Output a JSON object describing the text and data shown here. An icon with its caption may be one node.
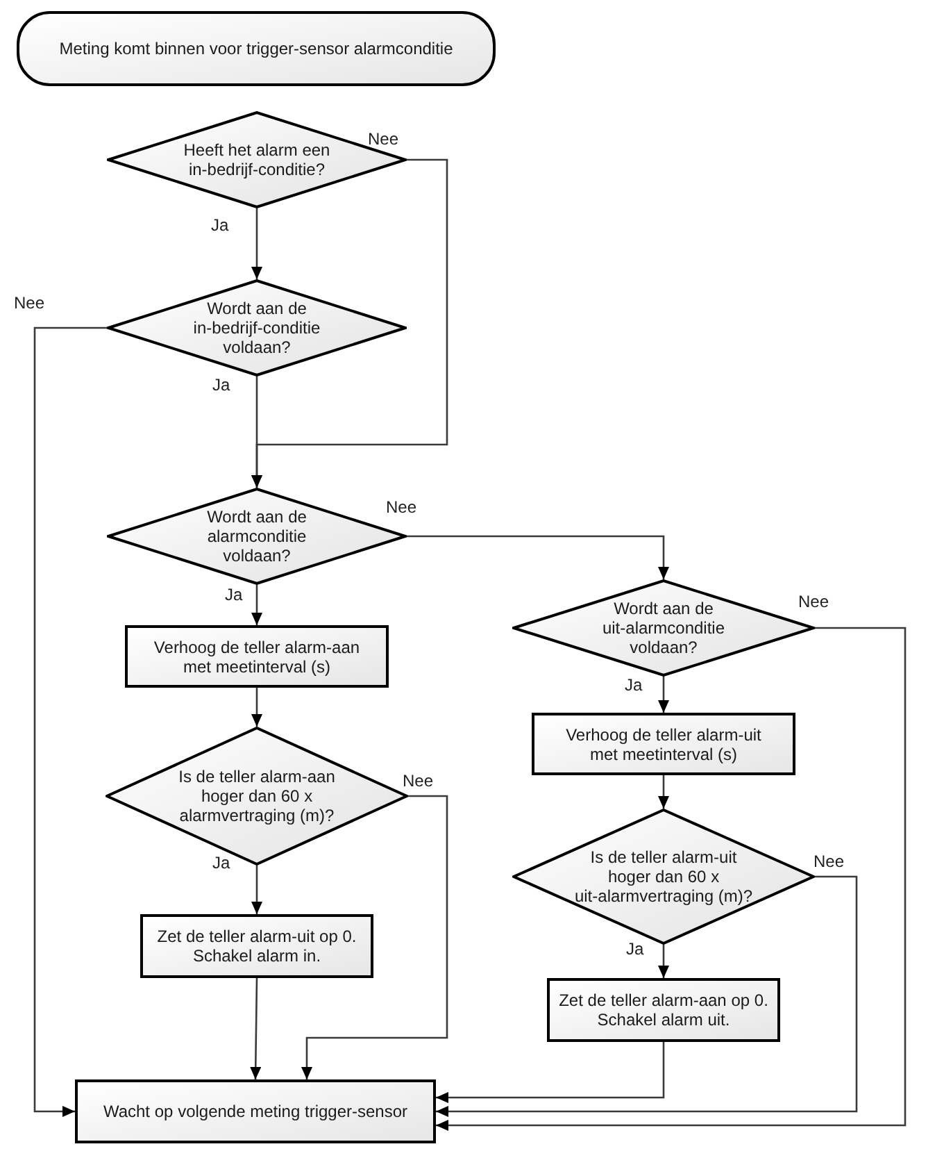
{
  "diagram": {
    "nodes": [
      {
        "text": [
          "Meting komt binnen voor trigger-sensor alarmconditie"
        ]
      },
      {
        "text": [
          "Heeft het alarm een in-bedrijf-conditie?"
        ]
      },
      {
        "text": [
          "Wordt aan de in-bedrijf-conditie voldaan?"
        ]
      },
      {
        "text": [
          "Wordt aan de alarmconditie voldaan?"
        ]
      },
      {
        "text": [
          "Verhoog de teller alarm-aan met meetinterval (s)"
        ]
      },
      {
        "text": [
          "Is de teller alarm-aan hoger dan 60 x alarmvertraging (m)?"
        ]
      },
      {
        "text": [
          "Zet de teller alarm-uit op 0. Schakel alarm in."
        ]
      },
      {
        "text": [
          "Wordt aan de uit-alarmconditie voldaan?"
        ]
      },
      {
        "text": [
          "Verhoog de teller alarm-uit met meetinterval (s)"
        ]
      },
      {
        "text": [
          "Is de teller alarm-uit hoger dan 60 x uit-alarmvertraging (m)?"
        ]
      },
      {
        "text": [
          "Zet de teller alarm-aan op 0. Schakel alarm uit."
        ]
      },
      {
        "text": [
          "Wacht op volgende meting trigger-sensor"
        ]
      }
    ],
    "edges": [
      {
        "from": 1,
        "to": 2,
        "arrow": "to",
        "label": "Ja"
      },
      {
        "from": 1,
        "to": 3,
        "arrow": "to",
        "label": "Nee"
      },
      {
        "from": 2,
        "to": 3,
        "arrow": "to",
        "label": "Ja"
      },
      {
        "from": 2,
        "to": 11,
        "arrow": "to",
        "label": "Nee"
      },
      {
        "from": 3,
        "to": 4,
        "arrow": "to",
        "label": "Ja"
      },
      {
        "from": 3,
        "to": 7,
        "arrow": "to",
        "label": "Nee"
      },
      {
        "from": 4,
        "to": 5,
        "arrow": "to"
      },
      {
        "from": 5,
        "to": 6,
        "arrow": "to",
        "label": "Ja"
      },
      {
        "from": 5,
        "to": 11,
        "arrow": "to",
        "label": "Nee"
      },
      {
        "from": 6,
        "to": 11,
        "arrow": "to"
      },
      {
        "from": 7,
        "to": 8,
        "arrow": "to",
        "label": "Ja"
      },
      {
        "from": 7,
        "to": 11,
        "arrow": "to",
        "label": "Nee"
      },
      {
        "from": 8,
        "to": 9,
        "arrow": "to"
      },
      {
        "from": 9,
        "to": 10,
        "arrow": "to",
        "label": "Ja"
      },
      {
        "from": 9,
        "to": 11,
        "arrow": "to",
        "label": "Nee"
      },
      {
        "from": 10,
        "to": 11,
        "arrow": "to"
      }
    ]
  }
}
